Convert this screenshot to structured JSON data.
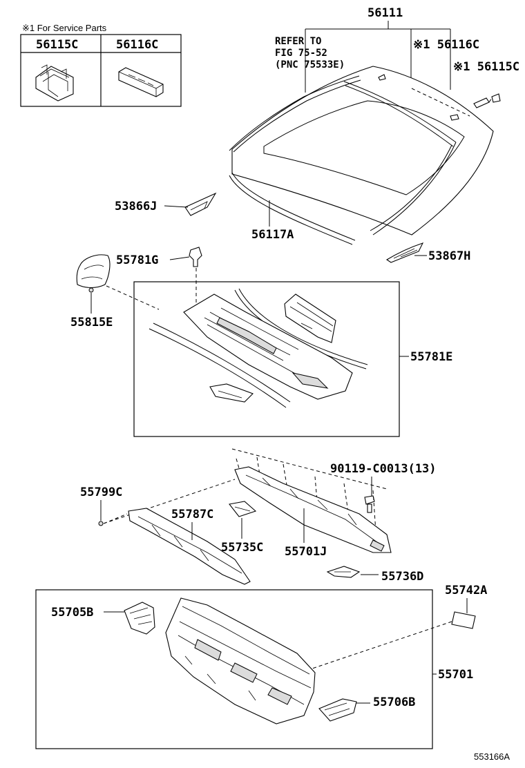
{
  "service_note": "※1 For Service Parts",
  "service_table": {
    "col1": "56115C",
    "col2": "56116C"
  },
  "refer": {
    "line1": "REFER TO",
    "line2": "FIG 75-52",
    "line3": "(PNC 75533E)"
  },
  "labels": {
    "p56111": "56111",
    "p56116C": "※1 56116C",
    "p56115C": "※1 56115C",
    "p53866J": "53866J",
    "p56117A": "56117A",
    "p55781G": "55781G",
    "p53867H": "53867H",
    "p55815E": "55815E",
    "p55781E": "55781E",
    "p90119": "90119-C0013(13)",
    "p55799C": "55799C",
    "p55787C": "55787C",
    "p55735C": "55735C",
    "p55701J": "55701J",
    "p55736D": "55736D",
    "p55742A": "55742A",
    "p55705B": "55705B",
    "p55701": "55701",
    "p55706B": "55706B"
  },
  "figure_id": "553166A"
}
